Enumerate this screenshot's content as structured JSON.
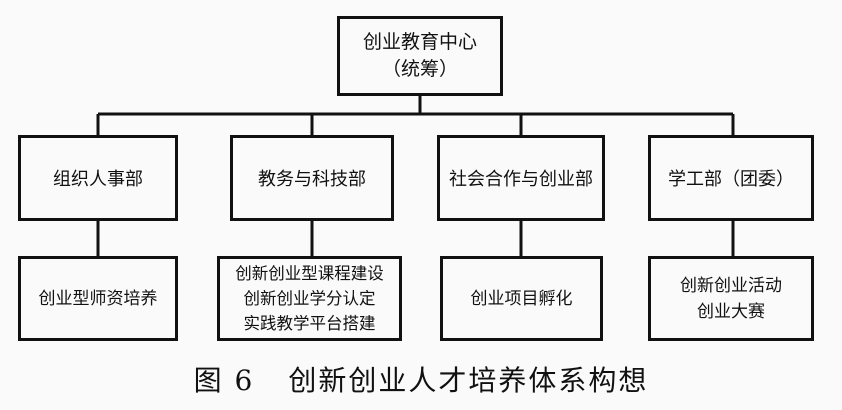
{
  "root": {
    "line1": "创业教育中心",
    "line2": "（统筹）"
  },
  "departments": [
    {
      "label": "组织人事部",
      "functions": [
        "创业型师资培养"
      ]
    },
    {
      "label": "教务与科技部",
      "functions": [
        "创新创业型课程建设",
        "创新创业学分认定",
        "实践教学平台搭建"
      ]
    },
    {
      "label": "社会合作与创业部",
      "functions": [
        "创业项目孵化"
      ]
    },
    {
      "label": "学工部（团委）",
      "functions": [
        "创新创业活动",
        "创业大赛"
      ]
    }
  ],
  "caption": {
    "figure_number": "图 6",
    "title": "创新创业人才培养体系构想"
  }
}
